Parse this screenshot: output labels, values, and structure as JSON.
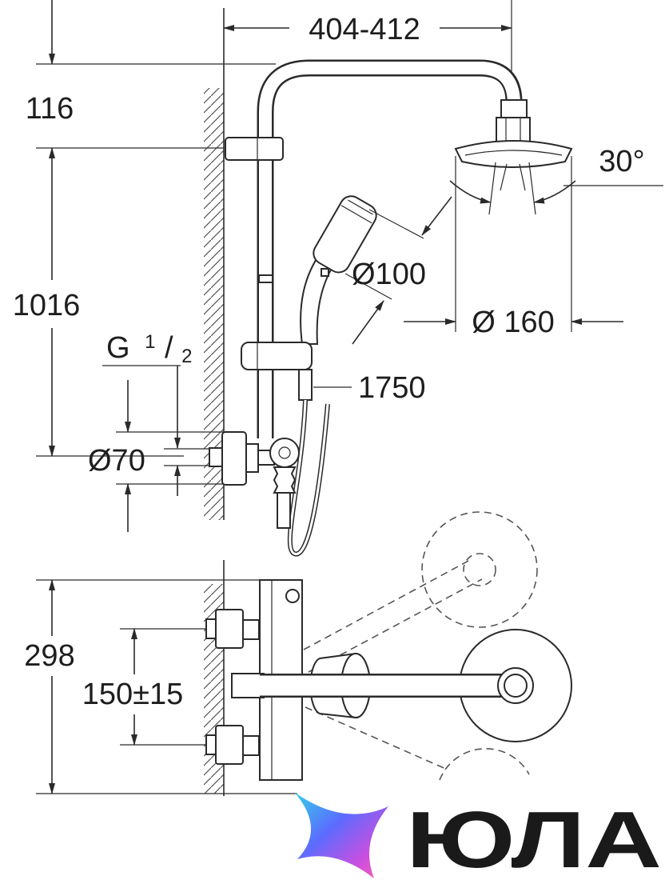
{
  "dimensions": {
    "width_range": "404-412",
    "top_offset": "116",
    "spray_angle": "30°",
    "hand_shower_diameter": "Ø100",
    "rail_height": "1016",
    "head_shower_diameter": "Ø 160",
    "thread": {
      "prefix": "G",
      "numerator": "1",
      "slash": "/",
      "denominator": "2"
    },
    "hose_length": "1750",
    "rosette_diameter": "Ø70",
    "depth": "298",
    "connection_spacing": "150±15"
  },
  "logo": {
    "text": "ЮЛА",
    "gradient": [
      "#35d0e6",
      "#5b6cff",
      "#c94fe0",
      "#ff5fb0"
    ]
  },
  "colors": {
    "line": "#2a2a2a",
    "background": "#ffffff"
  }
}
